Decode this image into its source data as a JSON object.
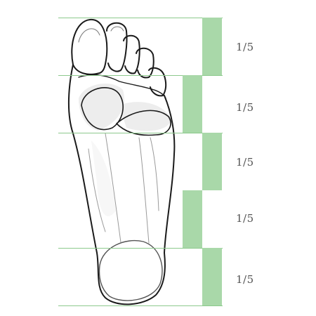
{
  "sections": [
    {
      "label": "1/5"
    },
    {
      "label": "1/5"
    },
    {
      "label": "1/5"
    },
    {
      "label": "1/5"
    },
    {
      "label": "1/5"
    }
  ],
  "colors": {
    "guide_line": "#8cc98c",
    "bar_fill": "#a9d8a9",
    "sketch_stroke": "#1a1a1a",
    "sketch_shade": "#9a9a9a",
    "label_text": "#555555"
  }
}
